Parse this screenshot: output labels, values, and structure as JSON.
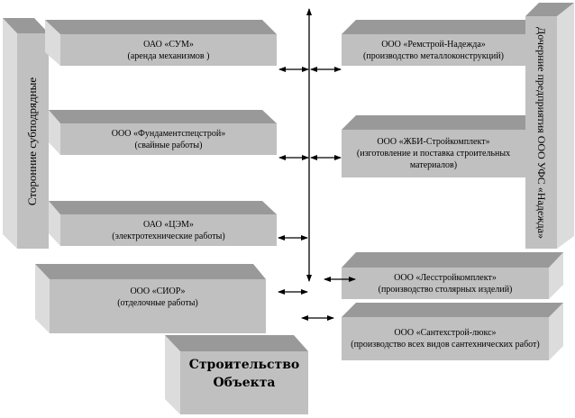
{
  "left_group": {
    "label": "Сторонние субподрядные"
  },
  "right_group": {
    "label": "Дочерние предприятия ООО УФС «Надежда»"
  },
  "boxes": {
    "sum": {
      "name": "ОАО «СУМ»",
      "desc": "(аренда механизмов )"
    },
    "fund": {
      "name": "ООО «Фундаментспецстрой»",
      "desc": "(свайные работы)"
    },
    "tsem": {
      "name": "ОАО «ЦЭМ»",
      "desc": "(электротехнические работы)"
    },
    "sior": {
      "name": "ООО «СИОР»",
      "desc": "(отделочные работы)"
    },
    "remstroy": {
      "name": "ООО «Ремстрой-Надежда»",
      "desc": "(производство металлоконструкций)"
    },
    "zhbi": {
      "name": "ООО «ЖБИ-Стройкомплект»",
      "desc": "(изготовление и поставка строительных материалов)"
    },
    "lesstroy": {
      "name": "ООО «Лесстройкомплект»",
      "desc": "(производство столярных изделий)"
    },
    "santeh": {
      "name": "ООО «Сантехстрой-люкс»",
      "desc": "(производство всех видов сантехнических работ)"
    }
  },
  "center": {
    "line1": "Строительство",
    "line2": "Объекта"
  }
}
